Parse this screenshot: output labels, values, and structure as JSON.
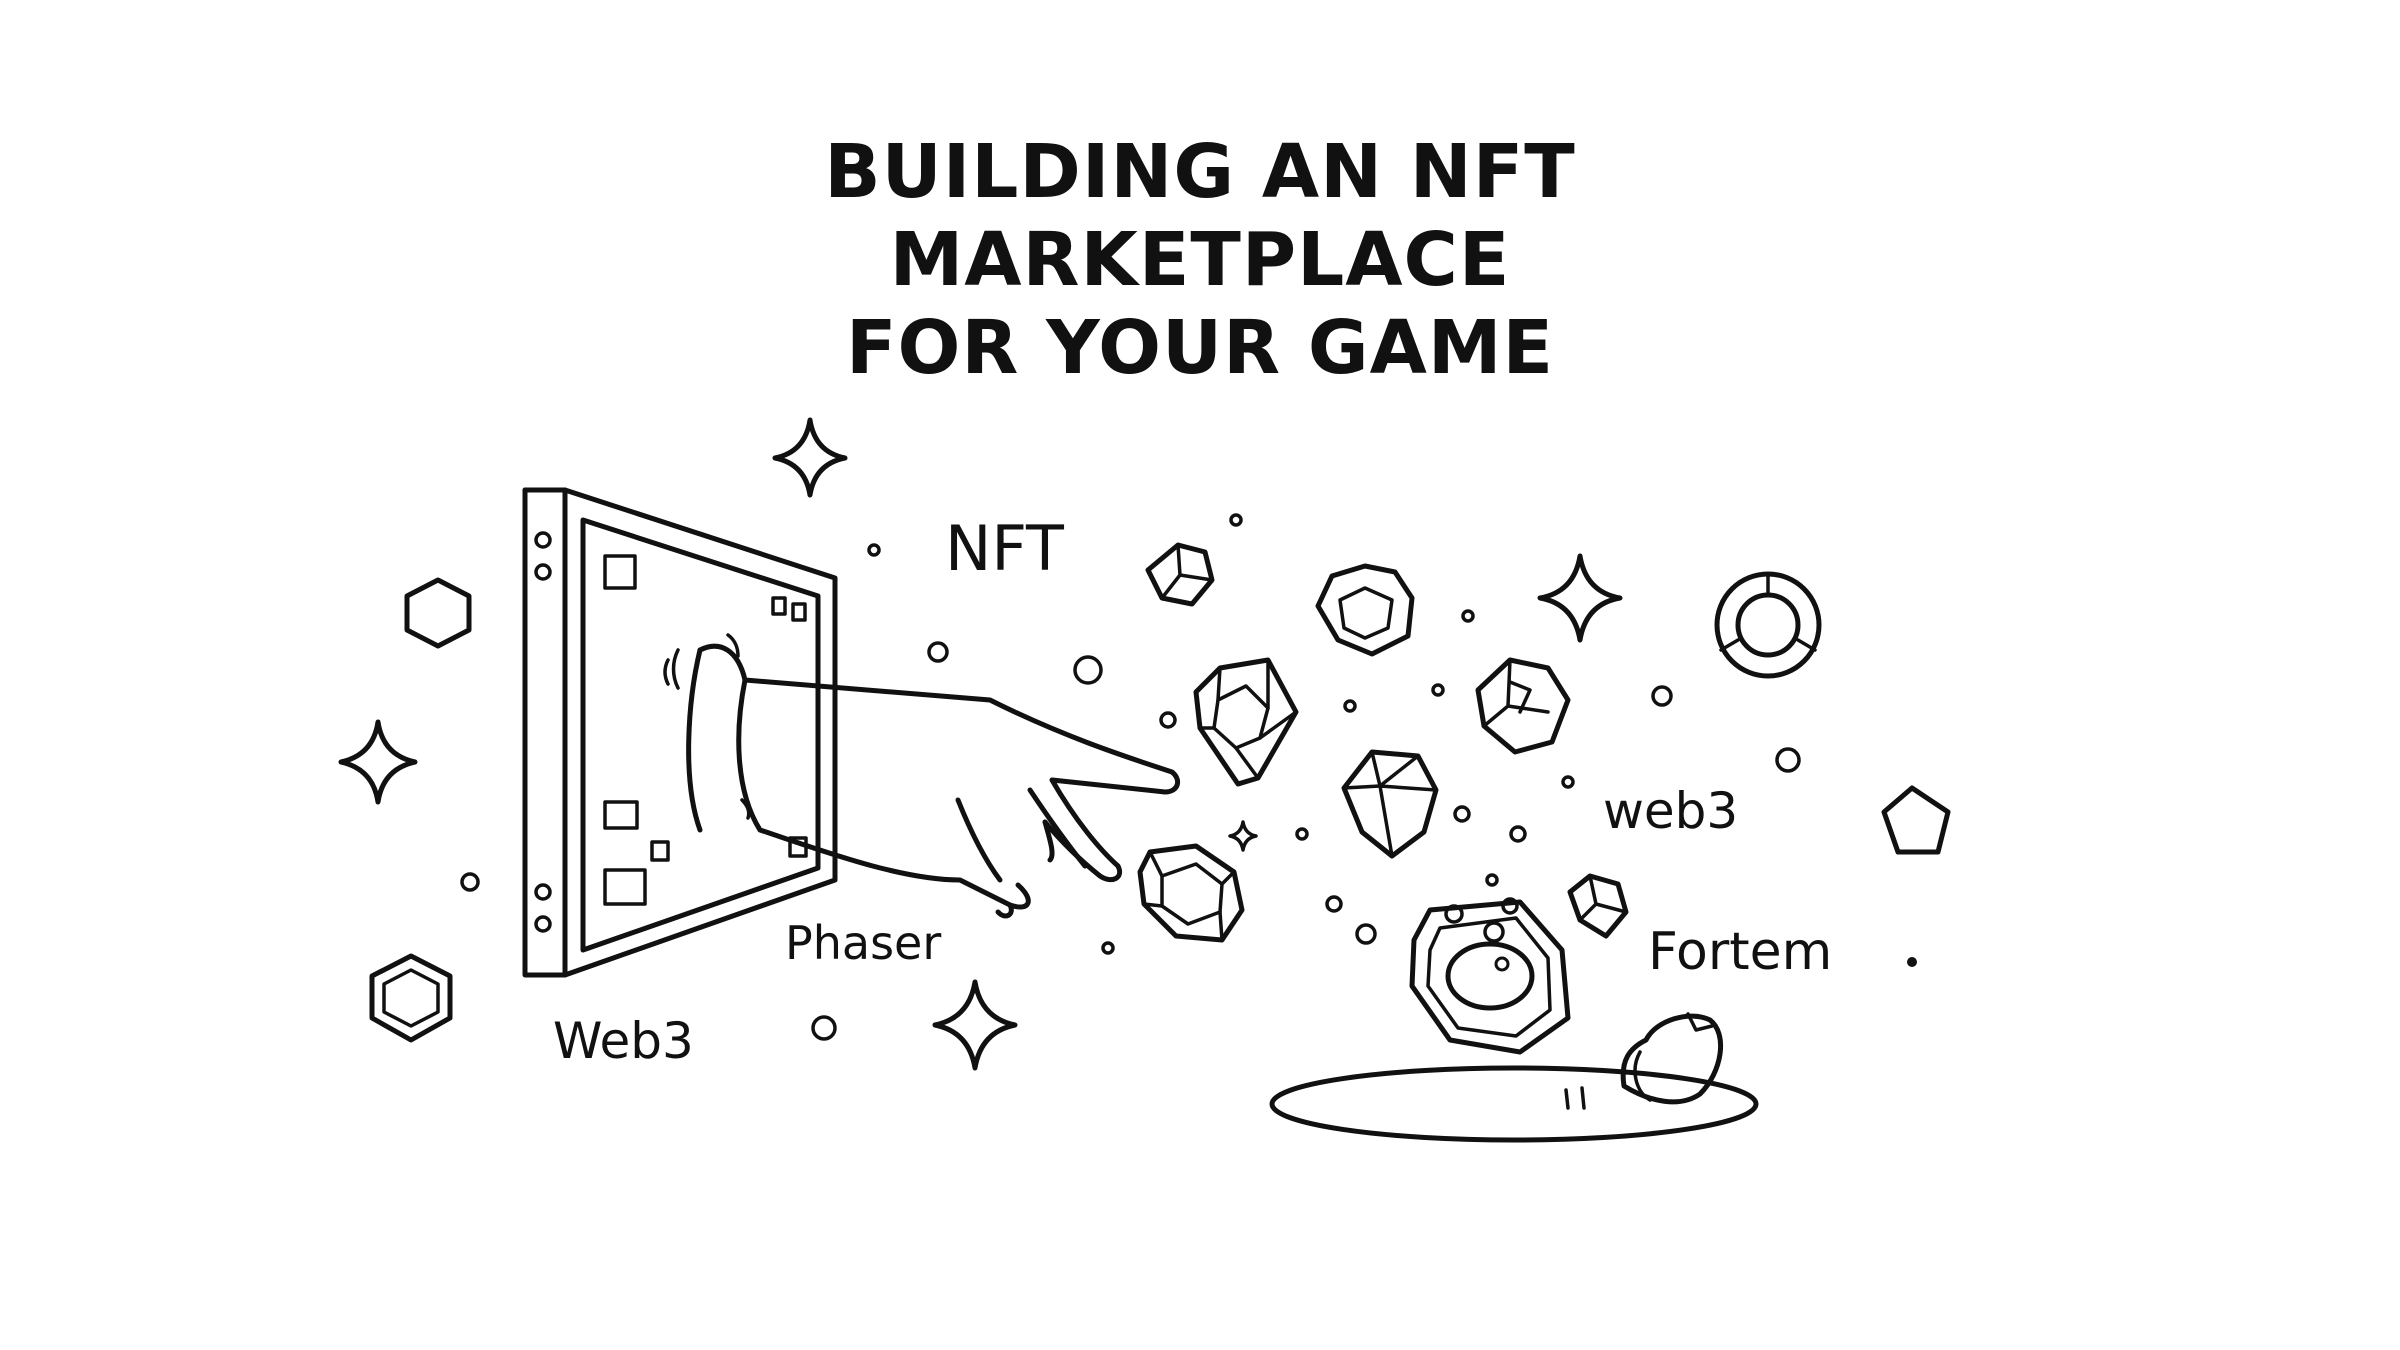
{
  "title": {
    "line1": "BUILDING AN NFT",
    "line2": "MARKETPLACE",
    "line3": "FOR YOUR GAME"
  },
  "labels": {
    "nft": "NFT",
    "web3_lower": "web3",
    "phaser": "Phaser",
    "fortem": "Fortem",
    "web3_caps": "Web3"
  },
  "colors": {
    "ink": "#111111",
    "gem_purple": "#c58be6",
    "gem_cyan": "#5fe3e0",
    "gem_gold": "#f2c04a",
    "gem_violet": "#b77be8",
    "gem_blue": "#cfe6f7",
    "portal_blue": "#6a5be0"
  },
  "icons": [
    "sparkle-icon",
    "hexagon-icon",
    "pentagon-icon",
    "ring-icon",
    "cube-icon",
    "gem-icon",
    "hand-icon",
    "portal-icon",
    "screen-frame-icon"
  ]
}
